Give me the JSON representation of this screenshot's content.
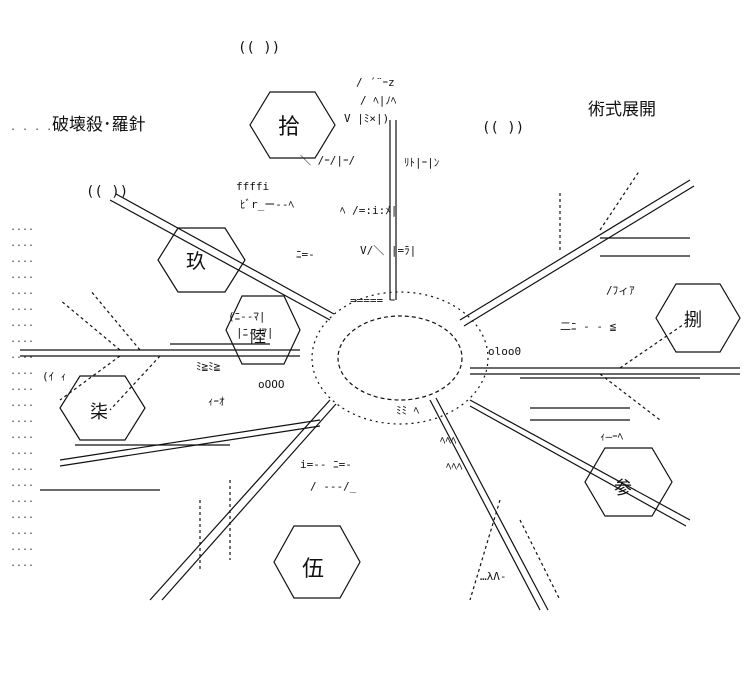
{
  "title_left": "破壊殺･羅針",
  "title_left_prefix": ". . . .",
  "title_right": "術式展開",
  "kanji": {
    "ju": "拾",
    "ku": "玖",
    "hachi": "捌",
    "shichi": "柒",
    "roku": "陸",
    "go": "伍",
    "san": "参"
  },
  "small_text": {
    "fia": "ﾌｨｱ",
    "mishou": "ﾐ≧ﾐ≧",
    "ooo": "oOOO",
    "oloo": "oloo0",
    "iwo": "ｨｰｵ",
    "mizu": "ﾐｽ"
  },
  "colors": {
    "ink": "#111111",
    "paper": "#ffffff"
  }
}
